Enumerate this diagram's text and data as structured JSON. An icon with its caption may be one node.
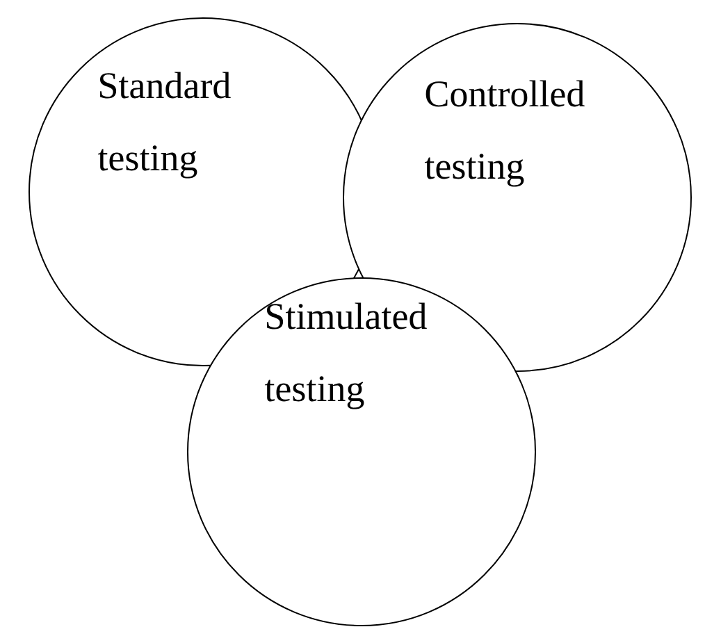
{
  "diagram": {
    "nodes": [
      {
        "text": [
          "Standard testing"
        ]
      },
      {
        "text": [
          "Controlled testing"
        ]
      },
      {
        "text": [
          "Stimulated testing"
        ]
      }
    ]
  }
}
